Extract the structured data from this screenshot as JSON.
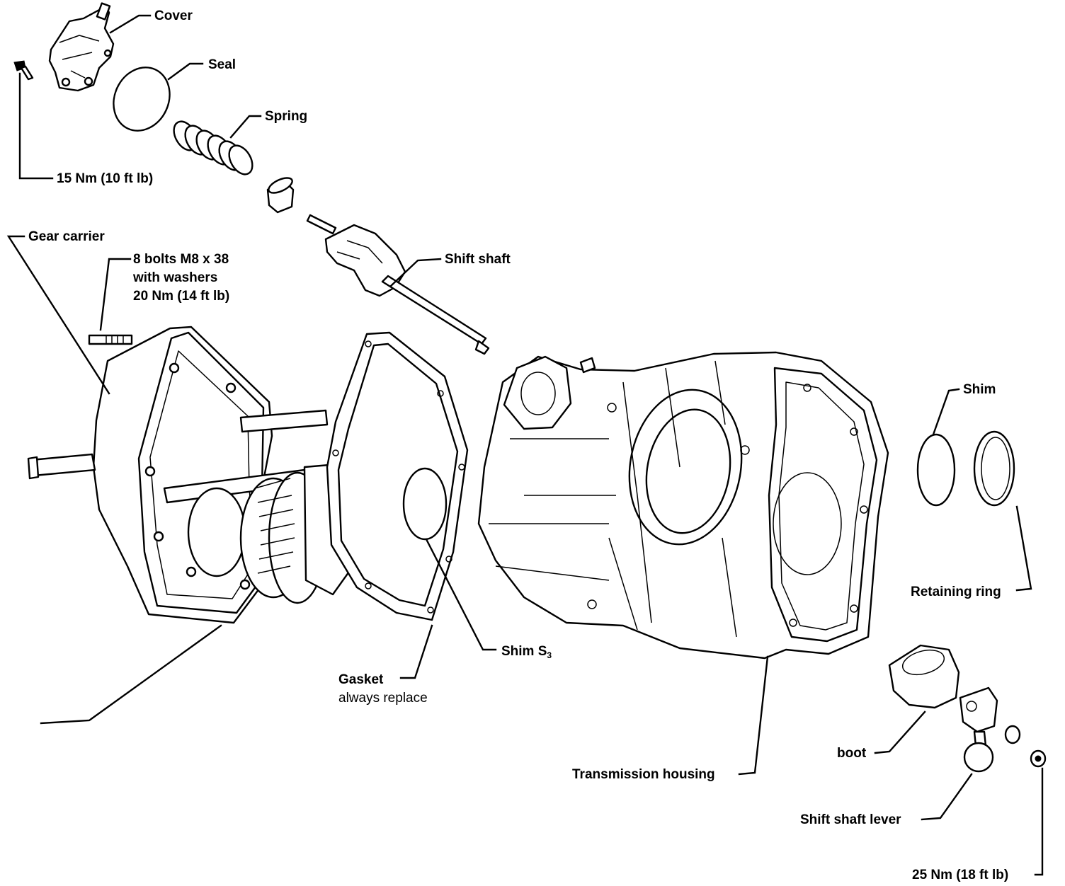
{
  "labels": {
    "cover": "Cover",
    "seal": "Seal",
    "spring": "Spring",
    "torque_cover": "15 Nm (10 ft lb)",
    "gear_carrier": "Gear carrier",
    "bolts_line1": "8 bolts M8 x 38",
    "bolts_line2": "with washers",
    "bolts_line3": "20 Nm (14 ft lb)",
    "shift_shaft": "Shift shaft",
    "shim": "Shim",
    "retaining_ring": "Retaining ring",
    "shim_s3": "Shim S",
    "shim_s3_sub": "3",
    "gasket": "Gasket",
    "gasket_note": "always replace",
    "boot": "boot",
    "transmission_housing": "Transmission housing",
    "shift_shaft_lever": "Shift shaft lever",
    "torque_lever": "25 Nm (18 ft lb)"
  }
}
